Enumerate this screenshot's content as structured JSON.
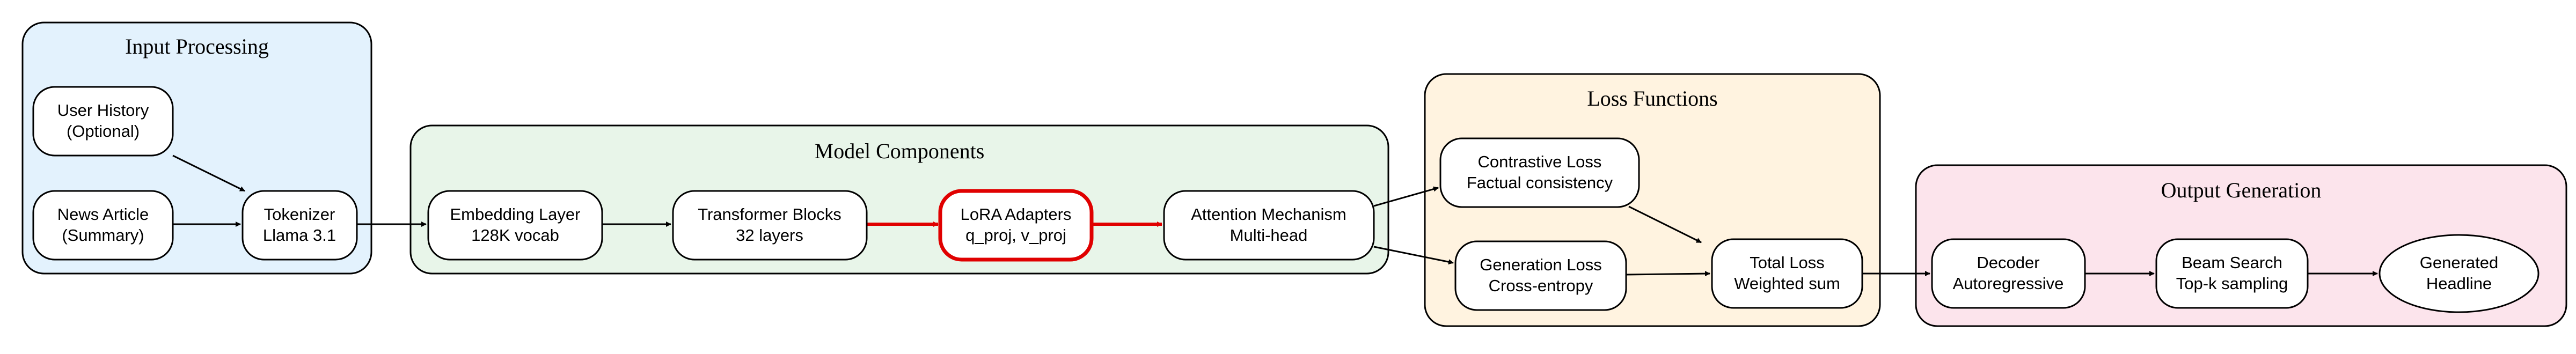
{
  "colors": {
    "input_fill": "#e3f2fd",
    "model_fill": "#e8f5e9",
    "loss_fill": "#fff3e0",
    "output_fill": "#fce4ec",
    "node_fill": "#ffffff",
    "edge": "#000000",
    "highlight": "#e00000"
  },
  "clusters": {
    "input": {
      "title": "Input Processing"
    },
    "model": {
      "title": "Model Components"
    },
    "loss": {
      "title": "Loss Functions"
    },
    "output": {
      "title": "Output Generation"
    }
  },
  "nodes": {
    "user_history": {
      "line1": "User History",
      "line2": "(Optional)"
    },
    "news_article": {
      "line1": "News Article",
      "line2": "(Summary)"
    },
    "tokenizer": {
      "line1": "Tokenizer",
      "line2": "Llama 3.1"
    },
    "embedding": {
      "line1": "Embedding Layer",
      "line2": "128K vocab"
    },
    "transformer": {
      "line1": "Transformer Blocks",
      "line2": "32 layers"
    },
    "lora": {
      "line1": "LoRA Adapters",
      "line2": "q_proj, v_proj"
    },
    "attention": {
      "line1": "Attention Mechanism",
      "line2": "Multi-head"
    },
    "contrastive": {
      "line1": "Contrastive Loss",
      "line2": "Factual consistency"
    },
    "generation": {
      "line1": "Generation Loss",
      "line2": "Cross-entropy"
    },
    "total_loss": {
      "line1": "Total Loss",
      "line2": "Weighted sum"
    },
    "decoder": {
      "line1": "Decoder",
      "line2": "Autoregressive"
    },
    "beam": {
      "line1": "Beam Search",
      "line2": "Top-k sampling"
    },
    "headline": {
      "line1": "Generated",
      "line2": "Headline"
    }
  }
}
